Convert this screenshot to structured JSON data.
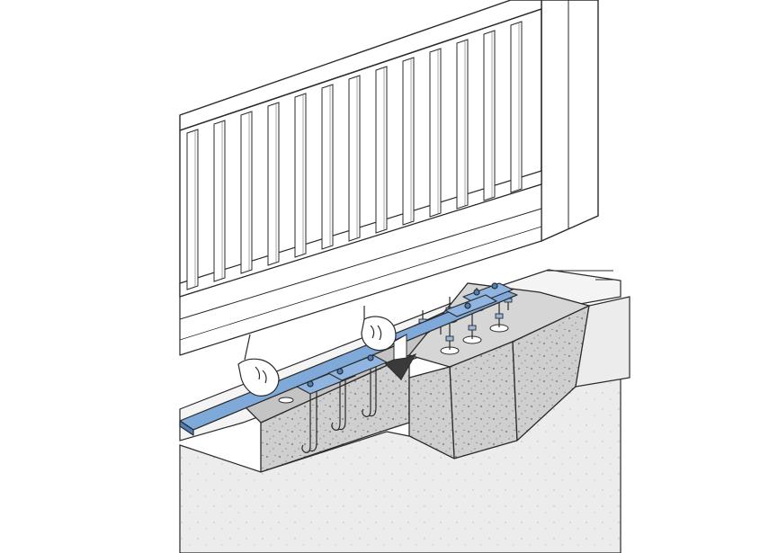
{
  "illustration": {
    "subject": "gate-rail-installation",
    "parts": [
      "sliding-gate",
      "gate-post",
      "guide-rail",
      "anchor-bolts",
      "concrete-foundation",
      "installer-hands",
      "direction-arrow"
    ]
  },
  "colors": {
    "background": "#ffffff",
    "line": "#2a2a2a",
    "rail": "#7fa9d8",
    "rail_dark": "#4f7fb7",
    "concrete": "#cfcfcf",
    "concrete_dark": "#b8b8b8",
    "ground": "#e6e6e6",
    "arrow": "#3a3a3a"
  }
}
